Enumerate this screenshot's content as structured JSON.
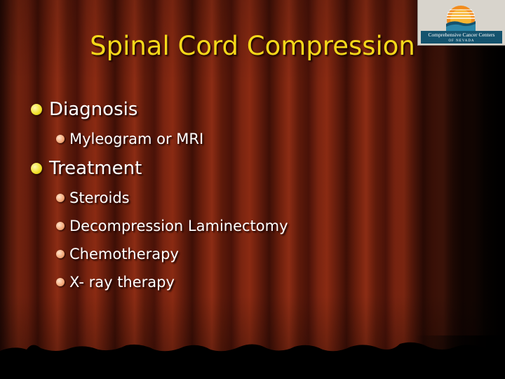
{
  "slide": {
    "title": "Spinal Cord Compression",
    "logo": {
      "name": "Comprehensive Cancer Centers",
      "sub": "OF NEVADA"
    },
    "bullets": [
      {
        "label": "Diagnosis",
        "children": [
          "Myleogram or MRI"
        ]
      },
      {
        "label": "Treatment",
        "children": [
          "Steroids",
          "Decompression Laminectomy",
          "Chemotherapy",
          "X- ray therapy"
        ]
      }
    ]
  },
  "colors": {
    "title": "#f5d81a",
    "text": "#ffffff",
    "bullet_level1": "#f0e028",
    "bullet_level2": "#f4a878",
    "curtain": "#6a1e0c"
  }
}
